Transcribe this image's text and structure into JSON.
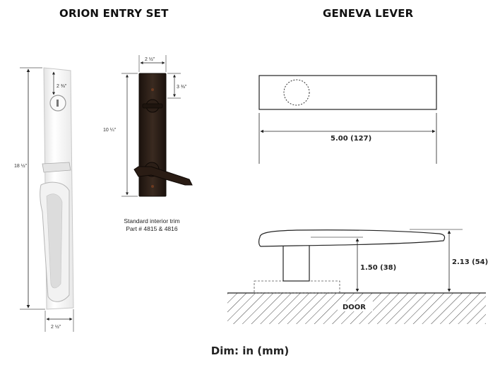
{
  "titles": {
    "left": "ORION ENTRY SET",
    "right": "GENEVA LEVER"
  },
  "orion_exterior": {
    "overall_height": "18 ½\"",
    "cylinder_offset": "2 ⅜\"",
    "width": "2 ½\""
  },
  "orion_interior": {
    "width": "2 ½\"",
    "thumbturn_offset": "3 ⅜\"",
    "height": "10 ¼\"",
    "caption_line1": "Standard interior trim",
    "caption_line2": "Part # 4815 & 4816"
  },
  "geneva_lever": {
    "length": "5.00 (127)",
    "rose_projection": "1.50 (38)",
    "total_projection": "2.13 (54)",
    "door_label": "DOOR"
  },
  "footer": "Dim: in (mm)",
  "colors": {
    "line": "#222222",
    "interior_plate": "#2a1e17",
    "exterior_plate": "#f6f6f6"
  }
}
